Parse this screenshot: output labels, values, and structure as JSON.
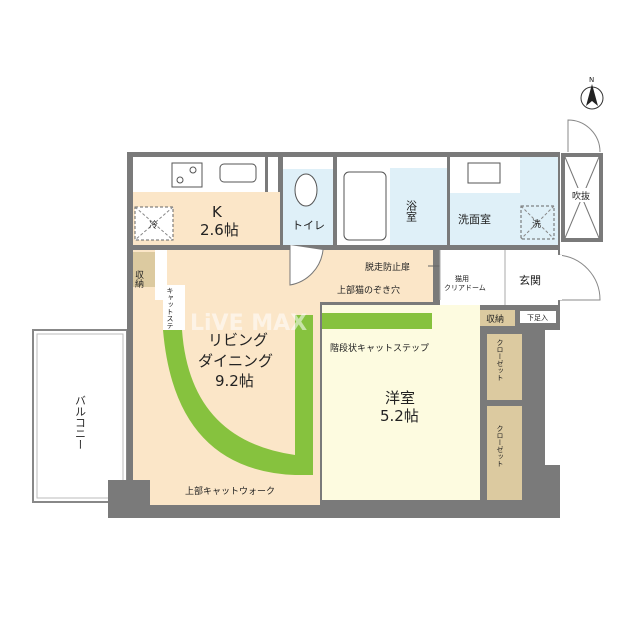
{
  "compass": {
    "label": "N"
  },
  "watermark": "LiVE  MAX",
  "rooms": {
    "kitchen": {
      "name": "K",
      "size": "2.6帖",
      "fridge": "冷"
    },
    "toilet": "トイレ",
    "bath": "浴室",
    "washroom": {
      "name": "洗面室",
      "washer": "洗"
    },
    "void": "吹抜",
    "storage_left": "収納",
    "living": {
      "name_line1": "リビング",
      "name_line2": "ダイニング",
      "size": "9.2帖"
    },
    "bedroom": {
      "name": "洋室",
      "size": "5.2帖"
    },
    "entrance": "玄関",
    "storage_entry": "収納",
    "shoe_box": "下足入",
    "closet_1": "クローゼット",
    "closet_2": "クローゼット",
    "balcony": "バルコニー"
  },
  "annotations": {
    "escape_door": "脱走防止扉",
    "peep_hole": "上部猫のぞき穴",
    "cat_step": "キャットステップ",
    "cat_dome_line1": "猫用",
    "cat_dome_line2": "クリアドーム",
    "stair_cat_step": "階段状キャットステップ",
    "cat_walk": "上部キャットウォーク"
  },
  "colors": {
    "wall": "#7a7a7a",
    "living_floor": "#fbe6c8",
    "bedroom_floor": "#fdfbe0",
    "wet_area": "#dff0f8",
    "storage": "#dccaa0",
    "cat_walk": "#86c23e"
  }
}
